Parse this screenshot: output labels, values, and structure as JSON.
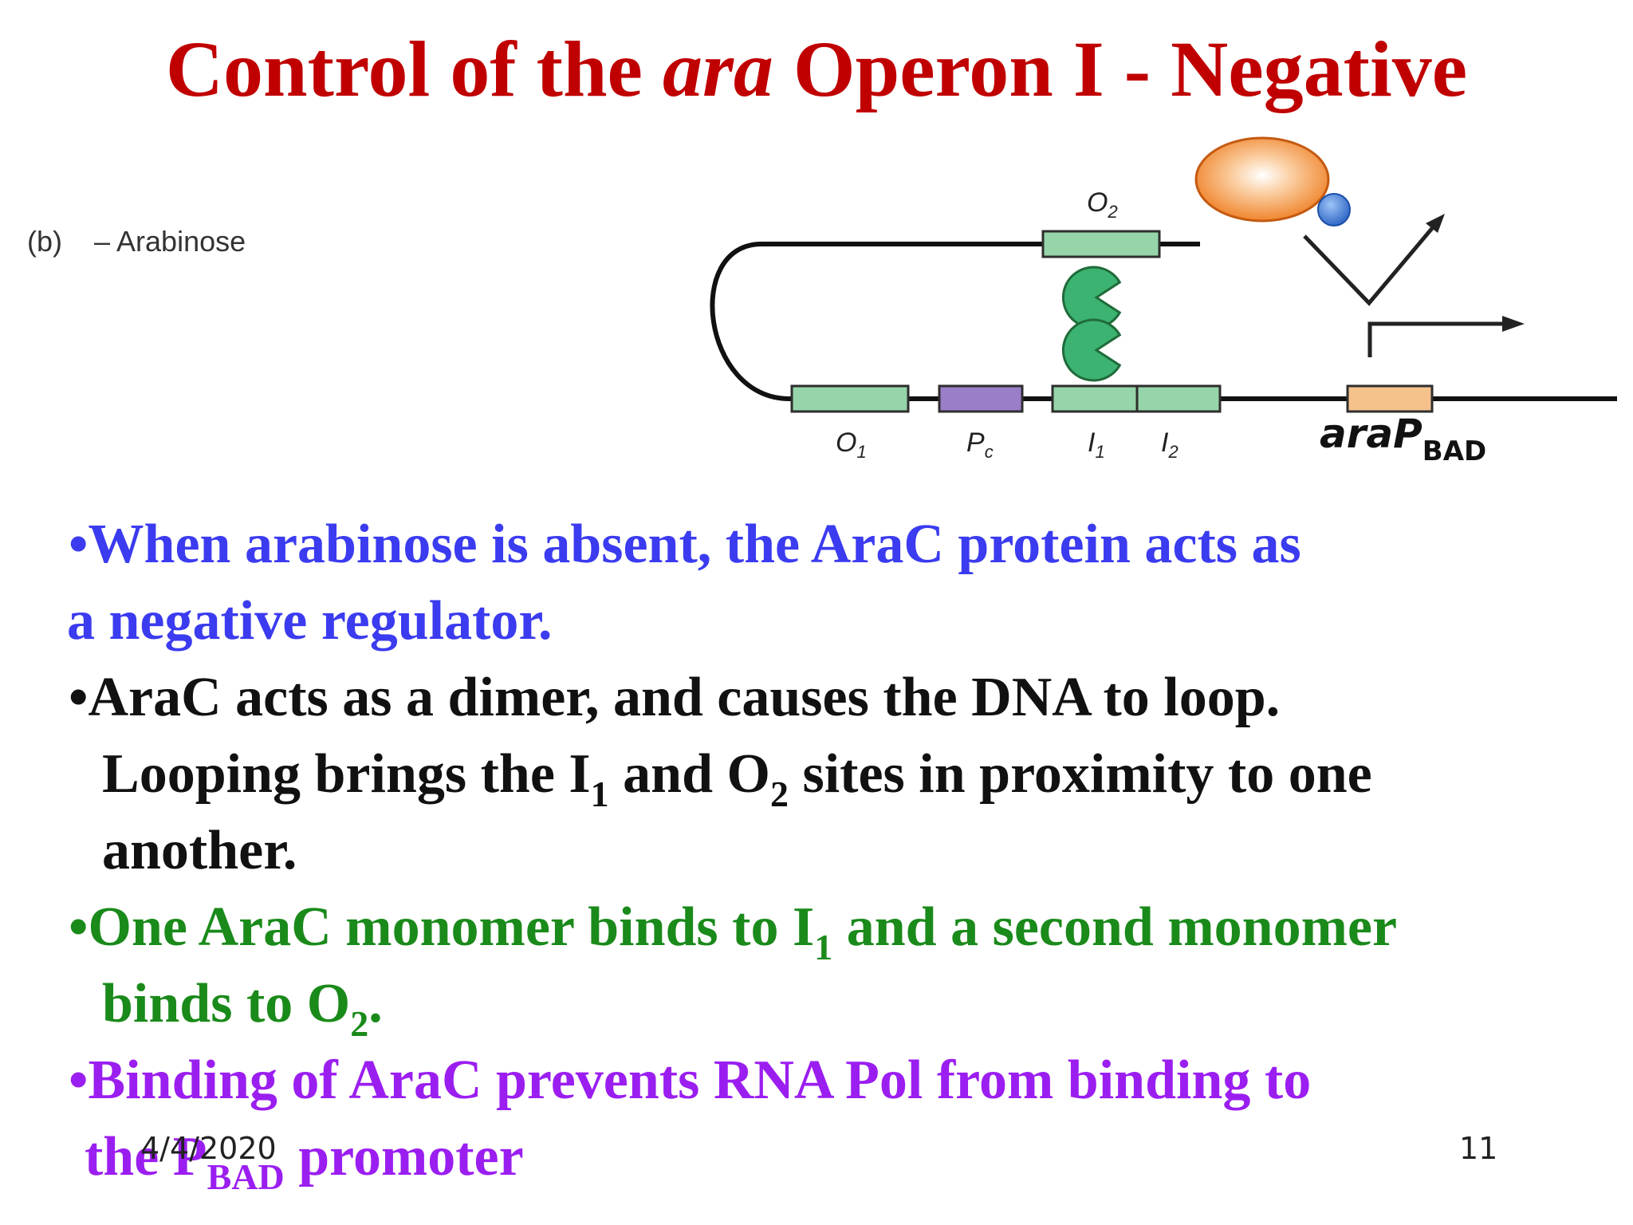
{
  "title": {
    "pre": "Control of the ",
    "italic": "ara",
    "post": " Operon I - Negative"
  },
  "diagram": {
    "panel_label": "(b)",
    "condition": "– Arabinose",
    "site_labels": {
      "O1": {
        "main": "O",
        "sub": "1"
      },
      "Pc": {
        "main": "P",
        "sub": "c"
      },
      "I1": {
        "main": "I",
        "sub": "1"
      },
      "I2": {
        "main": "I",
        "sub": "2"
      },
      "O2": {
        "main": "O",
        "sub": "2"
      }
    },
    "promoter_label": {
      "italic": "araP",
      "sub": "BAD"
    },
    "colors": {
      "site_box": "#96d4aa",
      "pc_box": "#9a7fc8",
      "promoter_box": "#f5c28c",
      "arac": "#3cb371",
      "rna_pol": "#f07d1e",
      "sigma": "#3a7bd5"
    }
  },
  "bullets": {
    "b1": {
      "line1": "•When arabinose is absent, the AraC protein acts as",
      "line2": "a negative regulator."
    },
    "b2": {
      "line1": "•AraC acts as a dimer, and causes the DNA to loop.",
      "l2a": "Looping brings the I",
      "l2s1": "1",
      "l2b": " and O",
      "l2s2": "2",
      "l2c": " sites in proximity to one",
      "line3": "another."
    },
    "b3": {
      "l1a": "•One AraC monomer binds to I",
      "l1s": "1",
      "l1b": " and a second monomer",
      "l2a": "binds to O",
      "l2s": "2",
      "l2b": "."
    },
    "b4": {
      "line1": "•Binding of AraC prevents RNA Pol from binding to",
      "l2a": "the P",
      "l2s": "BAD",
      "l2b": " promoter"
    }
  },
  "footer": {
    "date": "4/4/2020",
    "page": "11"
  }
}
